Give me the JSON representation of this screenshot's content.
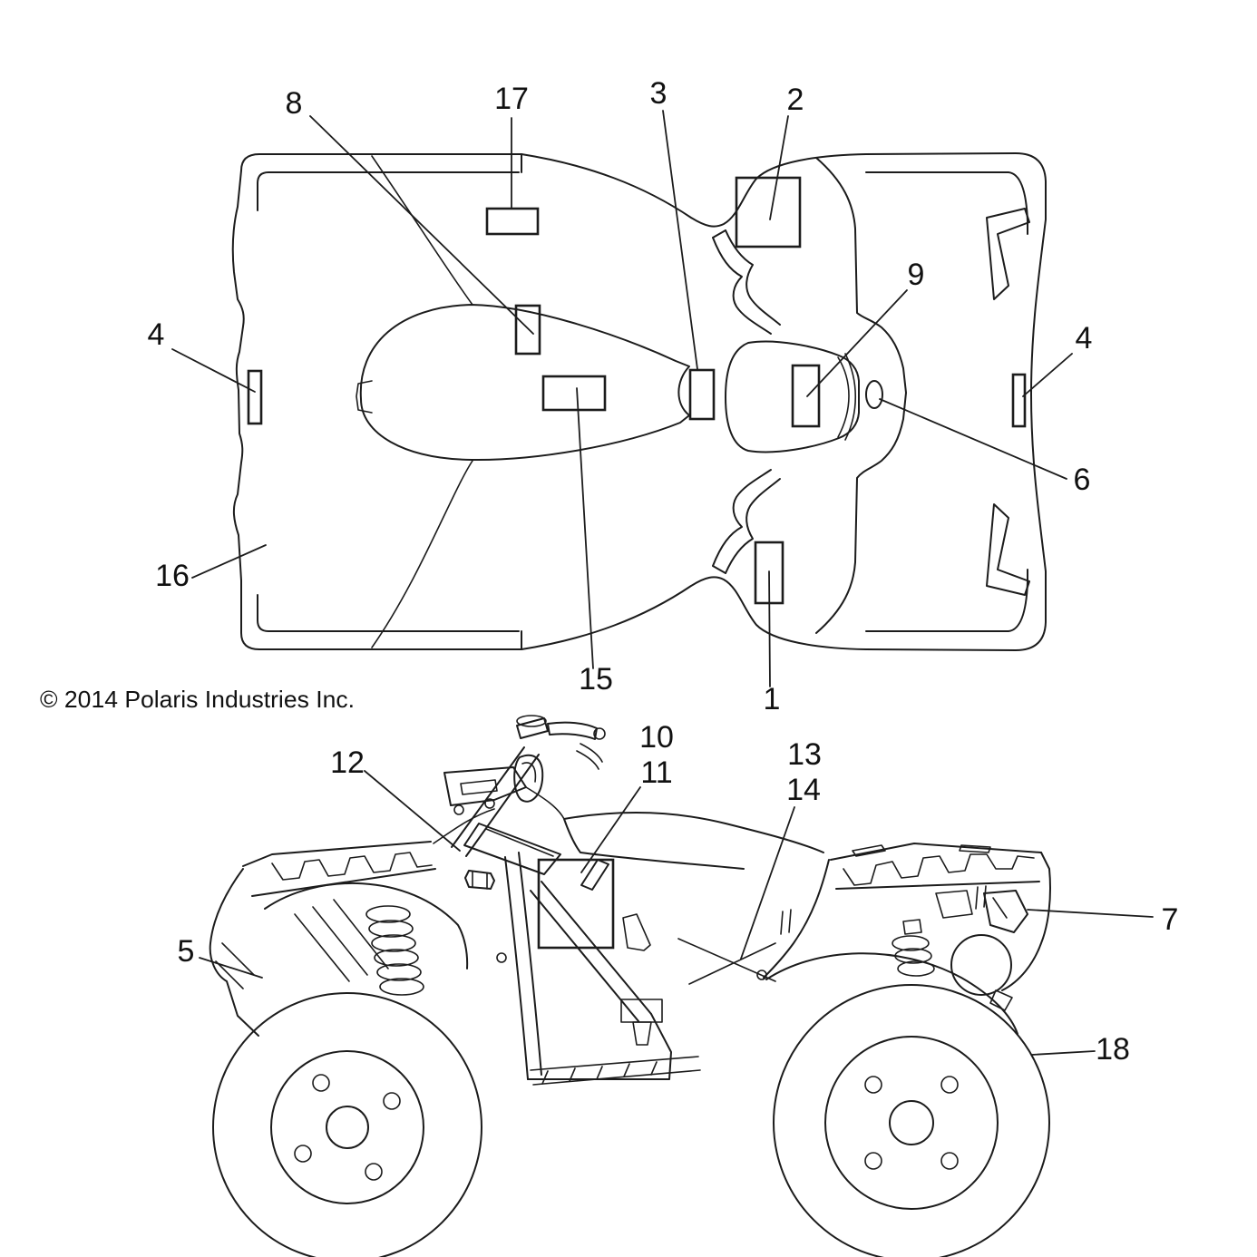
{
  "document": {
    "type": "parts-diagram",
    "copyright": "© 2014 Polaris Industries Inc."
  },
  "colors": {
    "line": "#1c1c1c",
    "background": "#ffffff"
  },
  "views": {
    "top_view": "ATV top view with decal locations",
    "side_view": "ATV left side view with decal locations"
  },
  "callouts": {
    "c1": "1",
    "c2": "2",
    "c3": "3",
    "c4_left": "4",
    "c4_right": "4",
    "c5": "5",
    "c6": "6",
    "c7": "7",
    "c8": "8",
    "c9": "9",
    "c10": "10",
    "c11": "11",
    "c12": "12",
    "c13": "13",
    "c14": "14",
    "c15": "15",
    "c16": "16",
    "c17": "17",
    "c18": "18"
  }
}
